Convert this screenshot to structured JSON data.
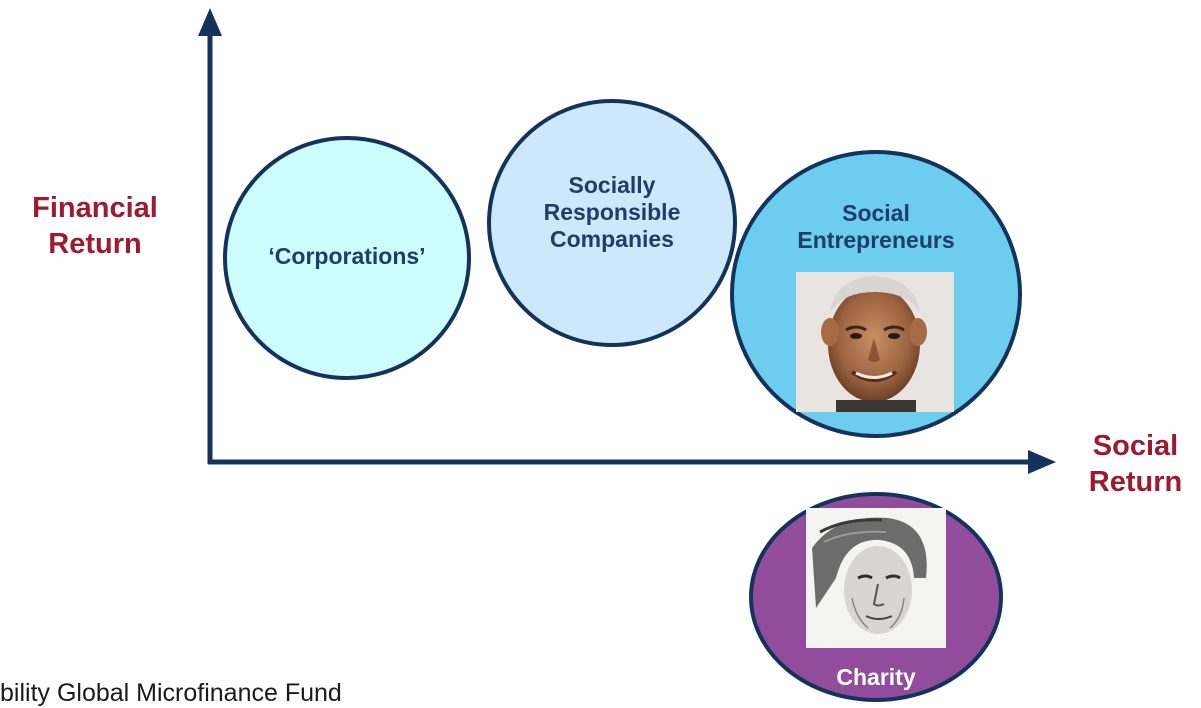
{
  "colors": {
    "axis": "#14335c",
    "axis_label": "#9b1b30",
    "circle_label": "#1f3d68",
    "corporations_fill": "#ccfcfc",
    "src_fill": "#cce8fa",
    "social_entrepreneurs_fill": "#6ccdee",
    "charity_fill": "#914d9c",
    "charity_label": "#ffffff",
    "circle_stroke": "#14335c"
  },
  "axes": {
    "y_label_line1": "Financial",
    "y_label_line2": "Return",
    "x_label_line1": "Social",
    "x_label_line2": "Return"
  },
  "circles": {
    "corporations": {
      "label": "‘Corporations’"
    },
    "socially_responsible": {
      "line1": "Socially",
      "line2": "Responsible",
      "line3": "Companies"
    },
    "social_entrepreneurs": {
      "line1": "Social",
      "line2": "Entrepreneurs",
      "photo": "portrait-photo-smiling-man"
    },
    "charity": {
      "label": "Charity",
      "photo": "portrait-sketch-woman-headscarf"
    }
  },
  "footer": {
    "text": "bility Global Microfinance Fund"
  }
}
